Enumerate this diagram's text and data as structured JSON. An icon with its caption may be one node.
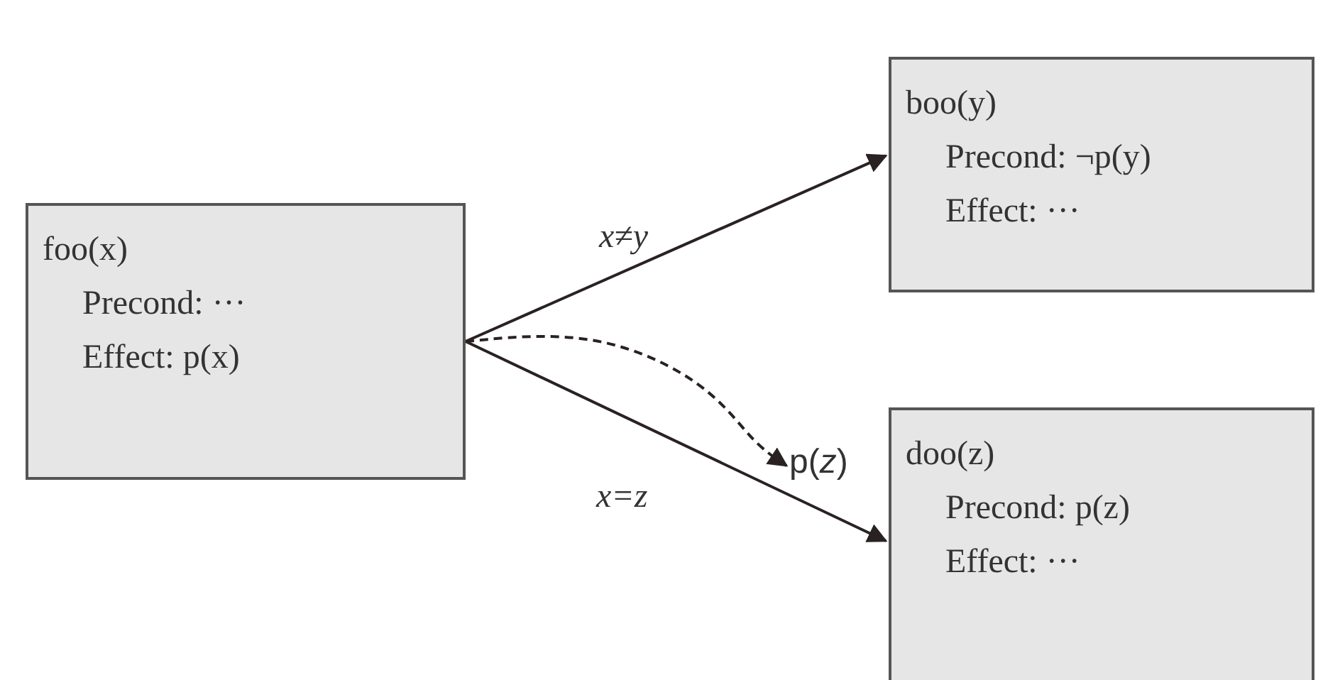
{
  "diagram": {
    "nodes": [
      {
        "text": [
          "foo(x)",
          "Precond: ···",
          "Effect: p(x)"
        ]
      },
      {
        "text": [
          "boo(y)",
          "Precond: ¬p(y)",
          "Effect: ···"
        ]
      },
      {
        "text": [
          "p(*z*)"
        ]
      },
      {
        "text": [
          "doo(z)",
          "Precond: p(z)",
          "Effect: ···"
        ]
      }
    ],
    "edges": [
      {
        "from": 0,
        "to": 1,
        "arrow": "to",
        "label": "x≠y"
      },
      {
        "from": 0,
        "to": 2,
        "arrow": "to",
        "style": "dashed"
      },
      {
        "from": 0,
        "to": 3,
        "arrow": "to",
        "label": "x=z"
      }
    ]
  }
}
